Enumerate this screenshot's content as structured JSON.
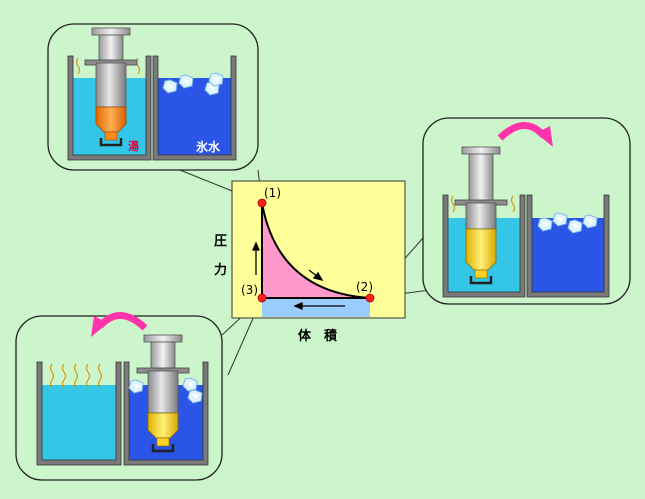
{
  "diagram": {
    "axis_labels": {
      "pressure_char1": "圧",
      "pressure_char2": "力",
      "volume": "体　積"
    },
    "points": {
      "p1": "(1)",
      "p2": "(2)",
      "p3": "(3)"
    },
    "beaker_labels": {
      "hot_water": "湯",
      "ice_water": "氷水"
    },
    "colors": {
      "background": "#ccf5cc",
      "graph_bg": "#ffff99",
      "hot_water": "#33c6e6",
      "ice_water": "#2a55e6",
      "piston_fluid_hot": "#ff8c1a",
      "piston_fluid_cold": "#ffd21f",
      "area_fill": "#ff99cc",
      "volume_band": "#99ccff",
      "point_marker": "#ff2020",
      "rotation_arrow": "#ff33aa",
      "steam": "#d4a017"
    },
    "icons": [
      "syringe-icon",
      "beaker-icon",
      "ice-cube-icon",
      "steam-icon",
      "rotate-arrow-icon"
    ]
  }
}
